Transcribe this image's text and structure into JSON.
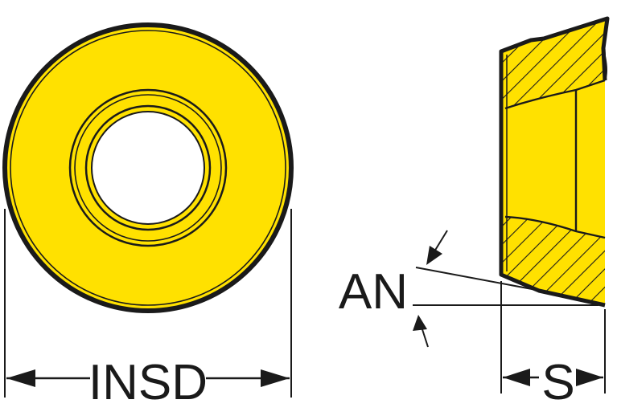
{
  "labels": {
    "diameter": "INSD",
    "angle": "AN",
    "thickness": "S"
  },
  "colors": {
    "insert_fill": "#ffe100",
    "outline": "#1a1a1a",
    "background": "#ffffff"
  }
}
